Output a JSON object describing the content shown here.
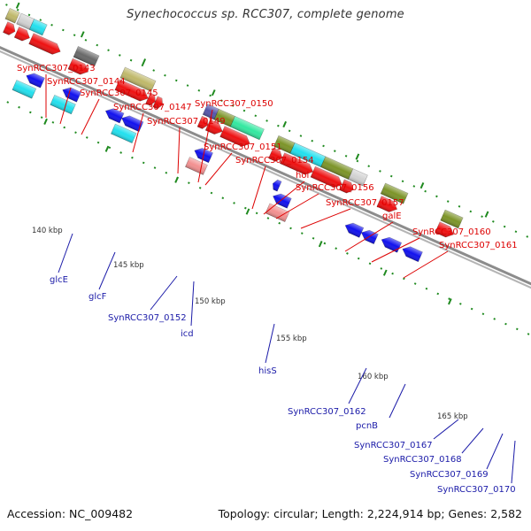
{
  "title": "Synechococcus sp. RCC307, complete genome",
  "footer": {
    "accession": "Accession: NC_009482",
    "summary": "Topology: circular; Length: 2,224,914 bp; Genes: 2,582"
  },
  "colors": {
    "forward_label": "#dd0000",
    "reverse_label": "#1a1aa8",
    "backbone": "#8c8c8c",
    "tick": "#1f8a1f",
    "red": "#ee1111",
    "blue": "#1111ee",
    "cyan": "#22e0ee",
    "olive": "#7c9428",
    "khaki": "#bfb86a",
    "dark_gray": "#686868",
    "light_gray": "#d2d2d2",
    "salmon": "#f29090",
    "mint": "#33e8a0",
    "slate": "#5555aa"
  },
  "scale_labels": [
    "140 kbp",
    "145 kbp",
    "150 kbp",
    "155 kbp",
    "160 kbp",
    "165 kbp"
  ],
  "forward_genes": [
    "SynRCC307_0143",
    "SynRCC307_0144",
    "SynRCC307_0145",
    "SynRCC307_0147",
    "SynRCC307_0149",
    "SynRCC307_0150",
    "SynRCC307_0151",
    "SynRCC307_0154",
    "hol",
    "SynRCC307_0156",
    "SynRCC307_0157",
    "galE",
    "SynRCC307_0160",
    "SynRCC307_0161"
  ],
  "reverse_genes": [
    "glcE",
    "glcF",
    "SynRCC307_0152",
    "icd",
    "hisS",
    "SynRCC307_0162",
    "pcnB",
    "SynRCC307_0167",
    "SynRCC307_0168",
    "SynRCC307_0169",
    "SynRCC307_0170"
  ]
}
